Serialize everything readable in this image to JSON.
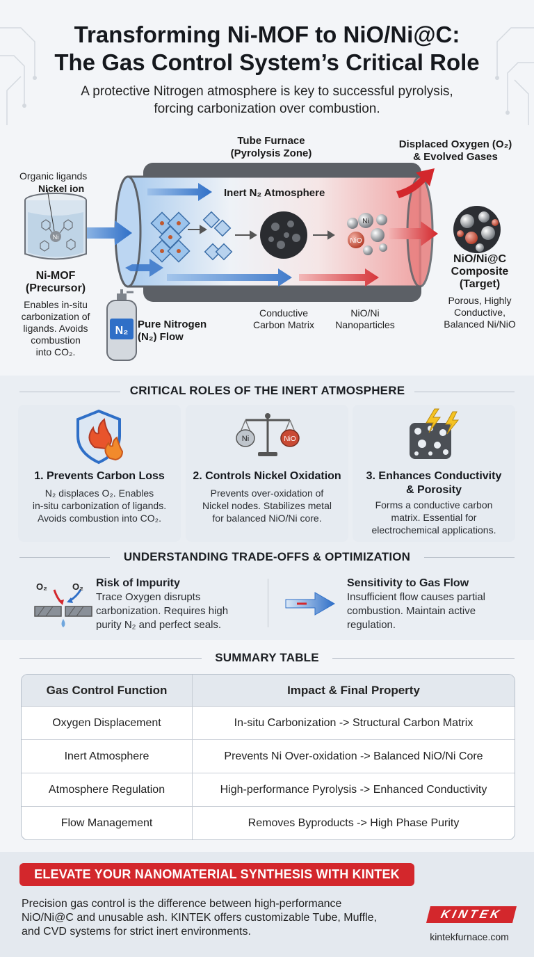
{
  "header": {
    "title_line1": "Transforming Ni-MOF to NiO/Ni@C:",
    "title_line2": "The Gas Control System’s Critical Role",
    "subtitle_line1": "A protective Nitrogen atmosphere is key to successful pyrolysis,",
    "subtitle_line2": "forcing carbonization over combustion."
  },
  "diagram": {
    "furnace_label_line1": "Tube Furnace",
    "furnace_label_line2": "(Pyrolysis Zone)",
    "exhaust_label_line1": "Displaced Oxygen (O₂)",
    "exhaust_label_line2": "& Evolved Gases",
    "ligand_label": "Organic ligands",
    "nickel_label": "Nickel ion",
    "atmosphere_label": "Inert N₂ Atmosphere",
    "precursor_title_line1": "Ni-MOF",
    "precursor_title_line2": "(Precursor)",
    "precursor_desc_line1": "Enables in-situ",
    "precursor_desc_line2": "carbonization of",
    "precursor_desc_line3": "ligands. Avoids",
    "precursor_desc_line4": "combustion",
    "precursor_desc_line5": "into CO₂.",
    "cylinder_label": "N₂",
    "nitrogen_label_line1": "Pure Nitrogen",
    "nitrogen_label_line2": "(N₂) Flow",
    "carbon_label_line1": "Conductive",
    "carbon_label_line2": "Carbon Matrix",
    "nanoparticle_label_line1": "NiO/Ni",
    "nanoparticle_label_line2": "Nanoparticles",
    "np_ni": "Ni",
    "np_nio": "NiO",
    "beaker_ni": "Ni",
    "target_title_line1": "NiO/Ni@C",
    "target_title_line2": "Composite",
    "target_title_line3": "(Target)",
    "target_desc_line1": "Porous, Highly",
    "target_desc_line2": "Conductive,",
    "target_desc_line3": "Balanced Ni/NiO"
  },
  "roles": {
    "heading": "CRITICAL ROLES OF THE INERT ATMOSPHERE",
    "cards": [
      {
        "title": "1. Prevents Carbon Loss",
        "line1": "N₂ displaces O₂. Enables",
        "line2": "in-situ carbonization of ligands.",
        "line3": "Avoids combustion into CO₂.",
        "icon": "shield-flame-icon"
      },
      {
        "title": "2. Controls Nickel Oxidation",
        "line1": "Prevents over-oxidation of",
        "line2": "Nickel nodes. Stabilizes metal",
        "line3": "for balanced NiO/Ni core.",
        "icon": "balance-scale-icon",
        "scale_left": "Ni",
        "scale_right": "NiO"
      },
      {
        "title_line1": "3. Enhances Conductivity",
        "title_line2": "& Porosity",
        "line1": "Forms a conductive carbon",
        "line2": "matrix. Essential for",
        "line3": "electrochemical applications.",
        "icon": "porous-lightning-icon"
      }
    ]
  },
  "tradeoffs": {
    "heading": "UNDERSTANDING TRADE-OFFS & OPTIMIZATION",
    "o2_left": "O₂",
    "o2_right": "O₂",
    "impurity_title": "Risk of Impurity",
    "impurity_line1": "Trace Oxygen disrupts",
    "impurity_line2": "carbonization. Requires high",
    "impurity_line3": "purity N₂ and perfect seals.",
    "flow_title": "Sensitivity to Gas Flow",
    "flow_line1": "Insufficient flow causes partial",
    "flow_line2": "combustion. Maintain active",
    "flow_line3": "regulation."
  },
  "summary": {
    "heading": "SUMMARY TABLE",
    "columns": [
      "Gas Control Function",
      "Impact & Final Property"
    ],
    "rows": [
      [
        "Oxygen Displacement",
        "In-situ Carbonization -> Structural Carbon Matrix"
      ],
      [
        "Inert Atmosphere",
        "Prevents Ni Over-oxidation -> Balanced NiO/Ni Core"
      ],
      [
        "Atmosphere Regulation",
        "High-performance Pyrolysis -> Enhanced Conductivity"
      ],
      [
        "Flow Management",
        "Removes Byproducts -> High Phase Purity"
      ]
    ]
  },
  "cta": {
    "banner": "ELEVATE YOUR NANOMATERIAL SYNTHESIS WITH KINTEK",
    "text_line1": "Precision gas control is the difference between high-performance",
    "text_line2": "NiO/Ni@C and unusable ash. KINTEK offers customizable Tube, Muffle,",
    "text_line3": "and CVD systems for strict inert environments.",
    "logo": "KINTEK",
    "url": "kintekfurnace.com"
  },
  "colors": {
    "accent_red": "#d3272c",
    "flow_blue": "#2f6fc7",
    "card_bg": "#e6ebf1"
  }
}
